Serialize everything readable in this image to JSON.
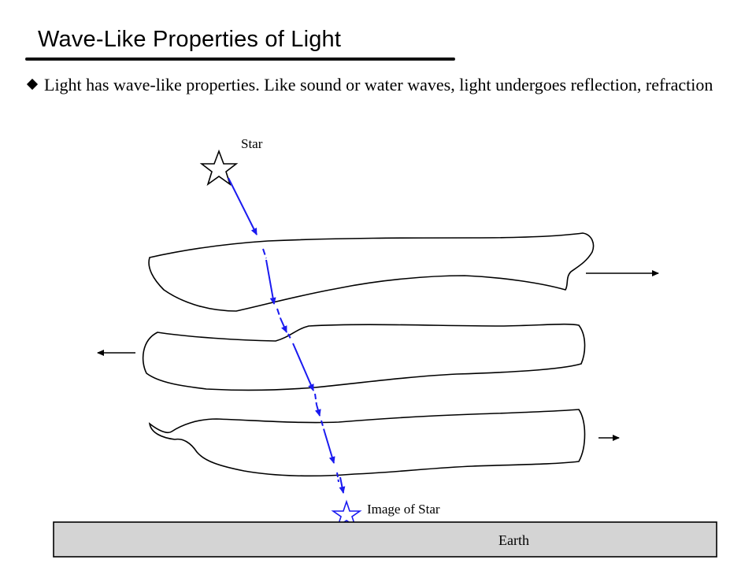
{
  "slide": {
    "title": "Wave-Like Properties of Light",
    "bullet": "Light has wave-like properties.  Like sound or water waves, light undergoes reflection, refraction"
  },
  "diagram": {
    "labels": {
      "star": "Star",
      "image_of_star": "Image of Star",
      "earth": "Earth"
    },
    "colors": {
      "ray": "#1a1af0",
      "outline": "#000000",
      "ground_fill": "#d4d4d4"
    }
  }
}
